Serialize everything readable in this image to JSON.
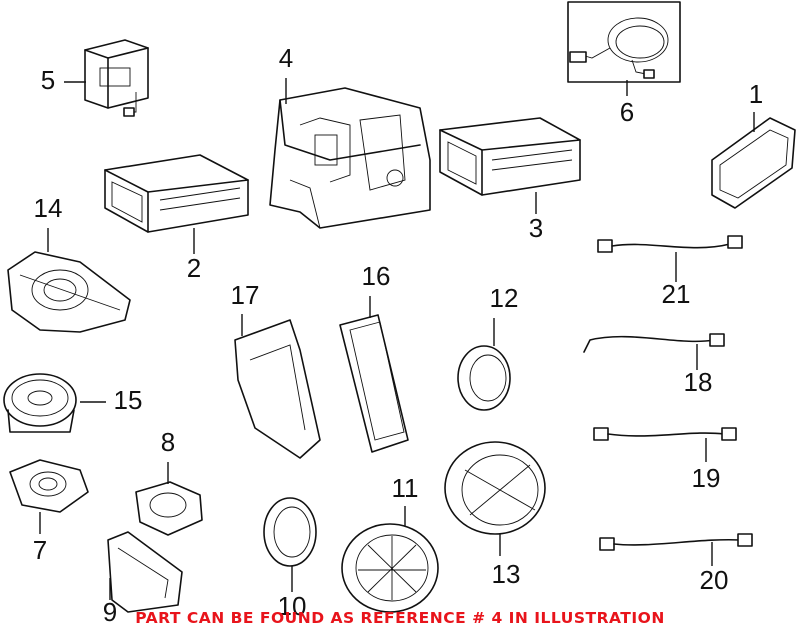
{
  "callouts": {
    "c1": "1",
    "c2": "2",
    "c3": "3",
    "c4": "4",
    "c5": "5",
    "c6": "6",
    "c7": "7",
    "c8": "8",
    "c9": "9",
    "c10": "10",
    "c11": "11",
    "c12": "12",
    "c13": "13",
    "c14": "14",
    "c15": "15",
    "c16": "16",
    "c17": "17",
    "c18": "18",
    "c19": "19",
    "c20": "20",
    "c21": "21"
  },
  "notice": "PART CAN BE FOUND AS REFERENCE # 4 IN ILLUSTRATION",
  "colors": {
    "notice": "#e8141b",
    "line": "#111111",
    "background": "#ffffff"
  }
}
